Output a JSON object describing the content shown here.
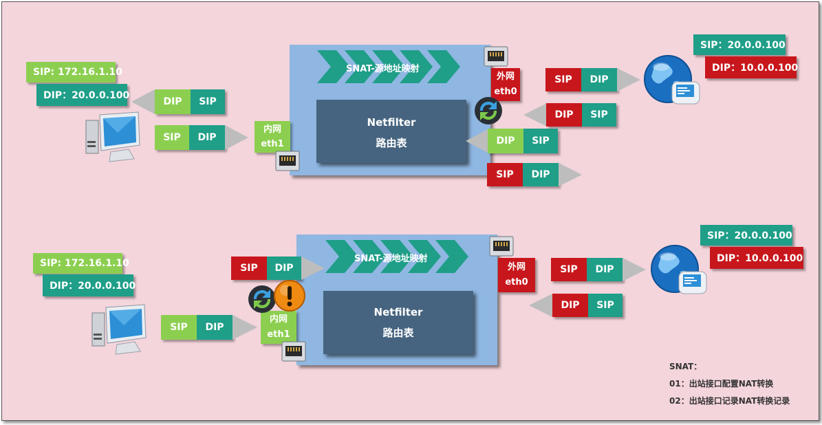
{
  "diagram": {
    "top": {
      "client_sip": "SIP: 172.16.1.10",
      "client_dip": "DIP：20.0.0.100",
      "snat_title": "SNAT-源地址映射",
      "netfilter_title": "Netfilter",
      "route_table": "路由表",
      "outer_label": "外网",
      "outer_iface": "eth0",
      "inner_label": "内网",
      "inner_iface": "eth1",
      "server_sip": "SIP：20.0.0.100",
      "server_dip": "DIP：10.0.0.100"
    },
    "bottom": {
      "client_sip": "SIP: 172.16.1.10",
      "client_dip": "DIP：20.0.0.100",
      "snat_title": "SNAT-源地址映射",
      "netfilter_title": "Netfilter",
      "route_table": "路由表",
      "outer_label": "外网",
      "outer_iface": "eth0",
      "inner_label": "内网",
      "inner_iface": "eth1",
      "server_sip": "SIP：20.0.0.100",
      "server_dip": "DIP：10.0.0.100"
    },
    "packet": {
      "sip": "SIP",
      "dip": "DIP"
    },
    "legend": {
      "title": "SNAT：",
      "item1": "01：出站接口配置NAT转换",
      "item2": "02：出站接口记录NAT转换记录"
    },
    "colors": {
      "background": "#f4d5dc",
      "light_green": "#8ccf50",
      "teal": "#1f9e88",
      "red": "#c8171c",
      "router_box": "#8fb7e2",
      "netfilter": "#46647f",
      "arrow_gray": "#bdbdbd"
    },
    "icons": [
      "desktop-computer-icon",
      "globe-computer-icon",
      "network-port-icon",
      "refresh-cycle-icon",
      "warning-icon",
      "chevron-arrow-icon"
    ]
  }
}
